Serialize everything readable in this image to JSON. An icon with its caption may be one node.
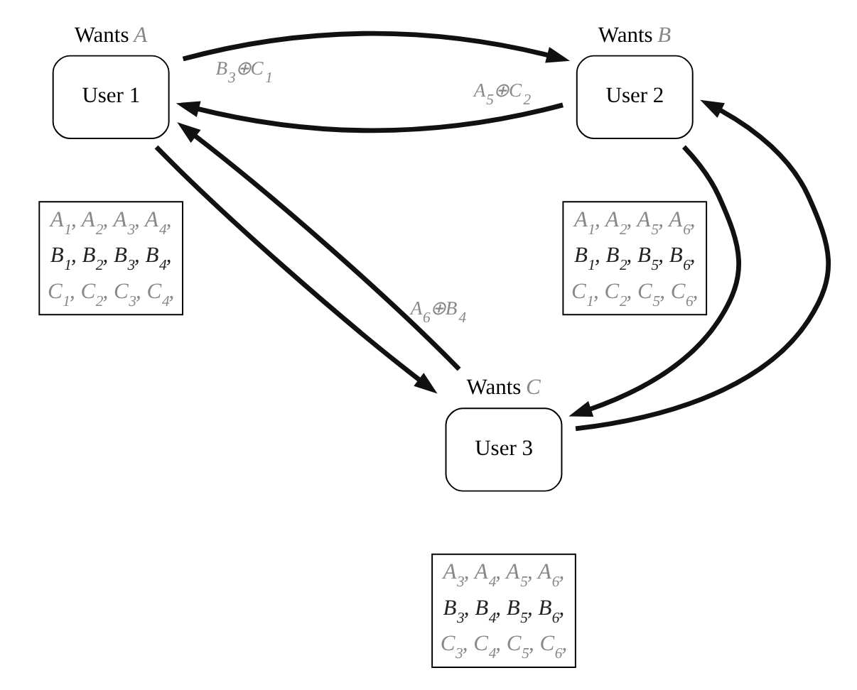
{
  "diagram": {
    "nodes": [
      {
        "text": [
          "Wants *A*",
          "User 1"
        ]
      },
      {
        "text": [
          "Wants *B*",
          "User 2"
        ]
      },
      {
        "text": [
          "A$_{1}$, A$_{2}$, A$_{3}$, A$_{4}$,",
          "B$_{1}$, B$_{2}$, B$_{3}$, B$_{4}$,",
          "C$_{1}$, C$_{2}$, C$_{3}$, C$_{4}$,"
        ]
      },
      {
        "text": [
          "A$_{1}$, A$_{2}$, A$_{5}$, A$_{6}$,",
          "B$_{1}$, B$_{2}$, B$_{5}$, B$_{6}$,",
          "C$_{1}$, C$_{2}$, C$_{5}$, C$_{6}$,"
        ]
      },
      {
        "text": [
          "Wants *C*",
          "User 3"
        ]
      },
      {
        "text": [
          "A$_{3}$, A$_{4}$, A$_{5}$, A$_{6}$,",
          "B$_{3}$, B$_{4}$, B$_{5}$, B$_{6}$,",
          "C$_{3}$, C$_{4}$, C$_{5}$, C$_{6}$,"
        ]
      }
    ],
    "edges": [
      {
        "from": 1,
        "to": 0,
        "arrow": "to",
        "label": "A$_{5}$⊕C$_{2}$"
      },
      {
        "from": 0,
        "to": 1,
        "arrow": "to",
        "label": "B$_{3}$⊕C$_{1}$"
      },
      {
        "from": 0,
        "to": 4,
        "arrow": "to"
      },
      {
        "from": 4,
        "to": 0,
        "arrow": "to",
        "label": "A$_{6}$⊕B$_{4}$"
      },
      {
        "from": 4,
        "to": 1,
        "arrow": "to"
      },
      {
        "from": 1,
        "to": 4,
        "arrow": "to"
      }
    ]
  }
}
